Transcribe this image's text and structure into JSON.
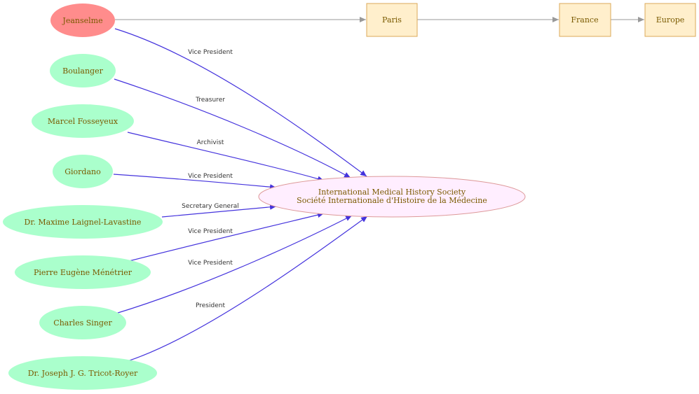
{
  "colors": {
    "person_fill": "#aaffcc",
    "highlight_fill": "#ff8c8c",
    "place_fill": "#ffefcc",
    "place_stroke": "#dba85a",
    "org_fill": "#ffeeff",
    "org_stroke": "#dd9999",
    "role_edge": "#4433dd",
    "location_edge": "#999999",
    "text": "#7a5a00"
  },
  "people": [
    {
      "id": "jeanselme",
      "label": "Jeanselme",
      "role": "Vice President",
      "highlight": true
    },
    {
      "id": "boulanger",
      "label": "Boulanger",
      "role": "Treasurer"
    },
    {
      "id": "fosseyeux",
      "label": "Marcel Fosseyeux",
      "role": "Archivist"
    },
    {
      "id": "giordano",
      "label": "Giordano",
      "role": "Vice President"
    },
    {
      "id": "laignel",
      "label": "Dr. Maxime Laignel-Lavastine",
      "role": "Secretary General"
    },
    {
      "id": "menetrier",
      "label": "Pierre Eugène Ménétrier",
      "role": "Vice President"
    },
    {
      "id": "singer",
      "label": "Charles Singer",
      "role": "Vice President"
    },
    {
      "id": "tricot",
      "label": "Dr. Joseph J. G. Tricot-Royer",
      "role": "President"
    }
  ],
  "organization": {
    "line1": "International Medical History Society",
    "line2": "Société Internationale d'Histoire de la Médecine"
  },
  "places": [
    {
      "id": "paris",
      "label": "Paris"
    },
    {
      "id": "france",
      "label": "France"
    },
    {
      "id": "europe",
      "label": "Europe"
    }
  ]
}
